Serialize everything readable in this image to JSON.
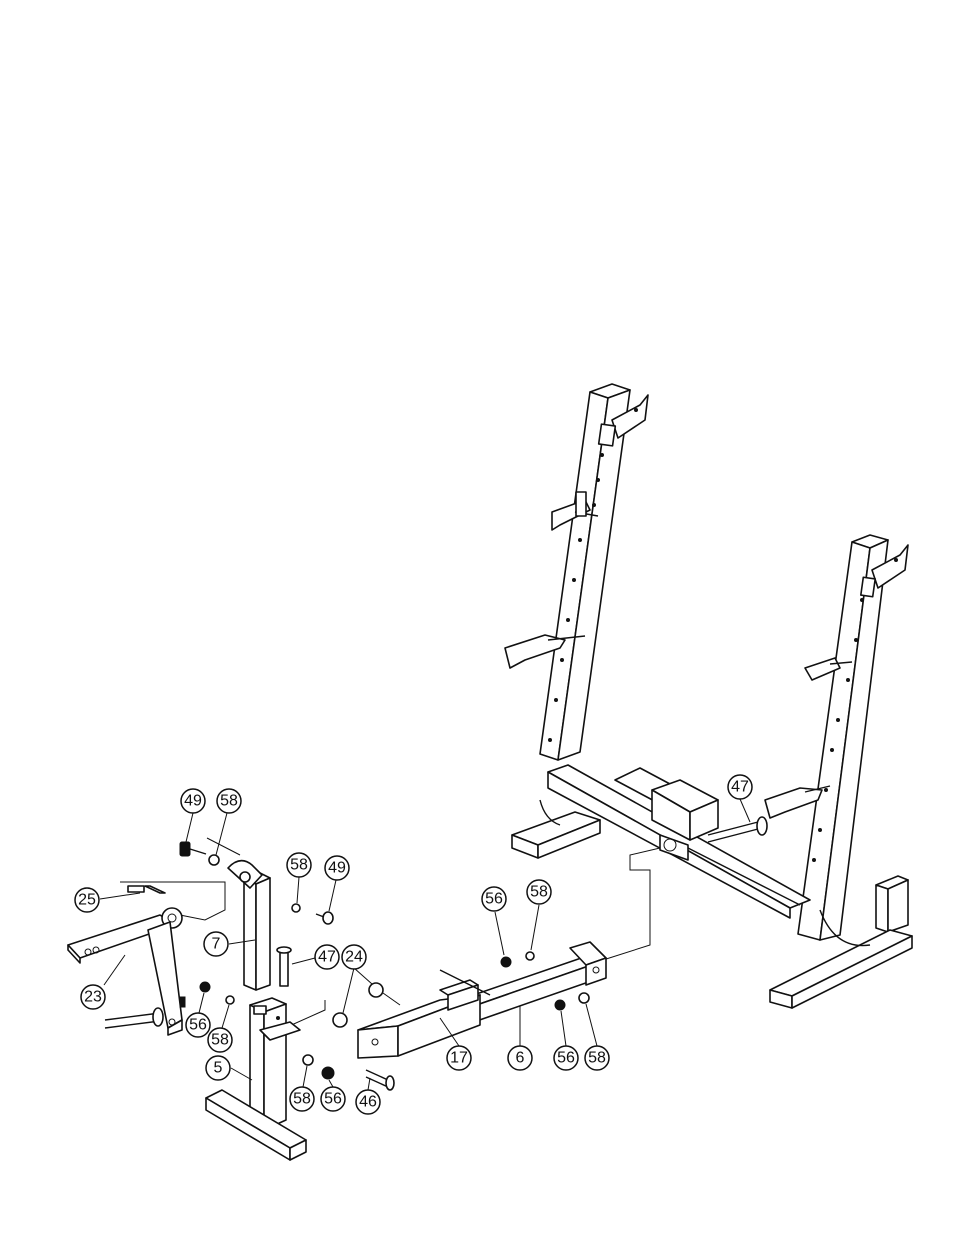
{
  "diagram": {
    "type": "exploded-assembly-drawing",
    "colors": {
      "ink": "#111111",
      "paper": "#ffffff"
    },
    "callouts": [
      {
        "id": "c49a",
        "label": "49"
      },
      {
        "id": "c58a",
        "label": "58"
      },
      {
        "id": "c58b",
        "label": "58"
      },
      {
        "id": "c49b",
        "label": "49"
      },
      {
        "id": "c25",
        "label": "25"
      },
      {
        "id": "c7",
        "label": "7"
      },
      {
        "id": "c47a",
        "label": "47"
      },
      {
        "id": "c24",
        "label": "24"
      },
      {
        "id": "c23",
        "label": "23"
      },
      {
        "id": "c56a",
        "label": "56"
      },
      {
        "id": "c58c",
        "label": "58"
      },
      {
        "id": "c5",
        "label": "5"
      },
      {
        "id": "c58d",
        "label": "58"
      },
      {
        "id": "c56b",
        "label": "56"
      },
      {
        "id": "c46",
        "label": "46"
      },
      {
        "id": "c17",
        "label": "17"
      },
      {
        "id": "c6",
        "label": "6"
      },
      {
        "id": "c56c",
        "label": "56"
      },
      {
        "id": "c58e",
        "label": "58"
      },
      {
        "id": "c56d",
        "label": "56"
      },
      {
        "id": "c58f",
        "label": "58"
      },
      {
        "id": "c47b",
        "label": "47"
      }
    ]
  }
}
